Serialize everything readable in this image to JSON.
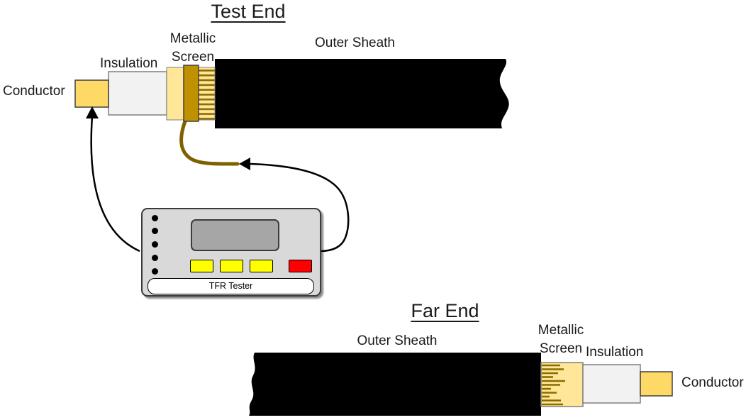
{
  "diagram": {
    "test_end": {
      "title": "Test End"
    },
    "far_end": {
      "title": "Far End"
    },
    "labels": {
      "conductor": "Conductor",
      "insulation": "Insulation",
      "metallic_line1": "Metallic",
      "metallic_line2": "Screen",
      "outer_sheath": "Outer Sheath"
    },
    "device": {
      "label": "TFR Tester"
    }
  },
  "colors": {
    "conductor_fill": "#FFD966",
    "insulation_fill": "#F2F2F2",
    "screen_light_fill": "#FFE699",
    "screen_band_fill": "#BF9000",
    "screen_stripe": "#8A6C00",
    "sheath_fill": "#000000",
    "device_body": "#D9D9D9",
    "device_display": "#A6A6A6",
    "button_yellow": "#FFFF00",
    "button_red": "#FF0000",
    "wire_gold": "#7F6000",
    "wire_black": "#000000"
  }
}
